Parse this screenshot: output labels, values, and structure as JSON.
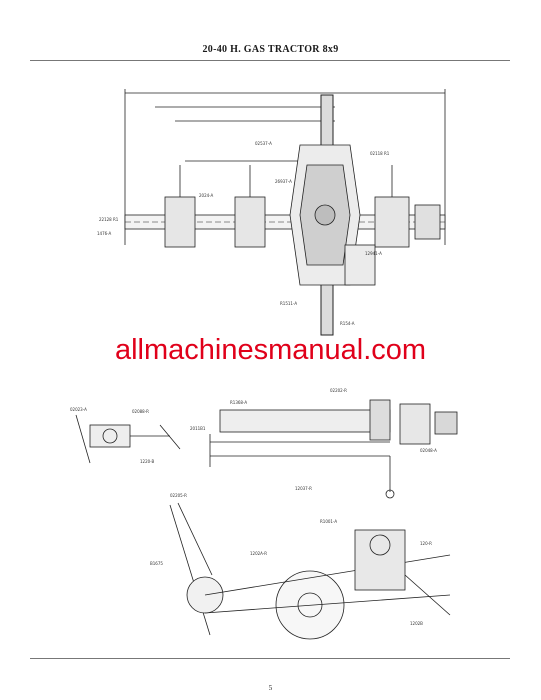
{
  "header": {
    "title": "20-40 H. GAS TRACTOR 8x9"
  },
  "watermark": {
    "text": "allmachinesmanual.com"
  },
  "footer": {
    "page_number": "5"
  },
  "colors": {
    "ink": "#1a1a1a",
    "watermark": "#e0001a",
    "paper": "#ffffff"
  }
}
